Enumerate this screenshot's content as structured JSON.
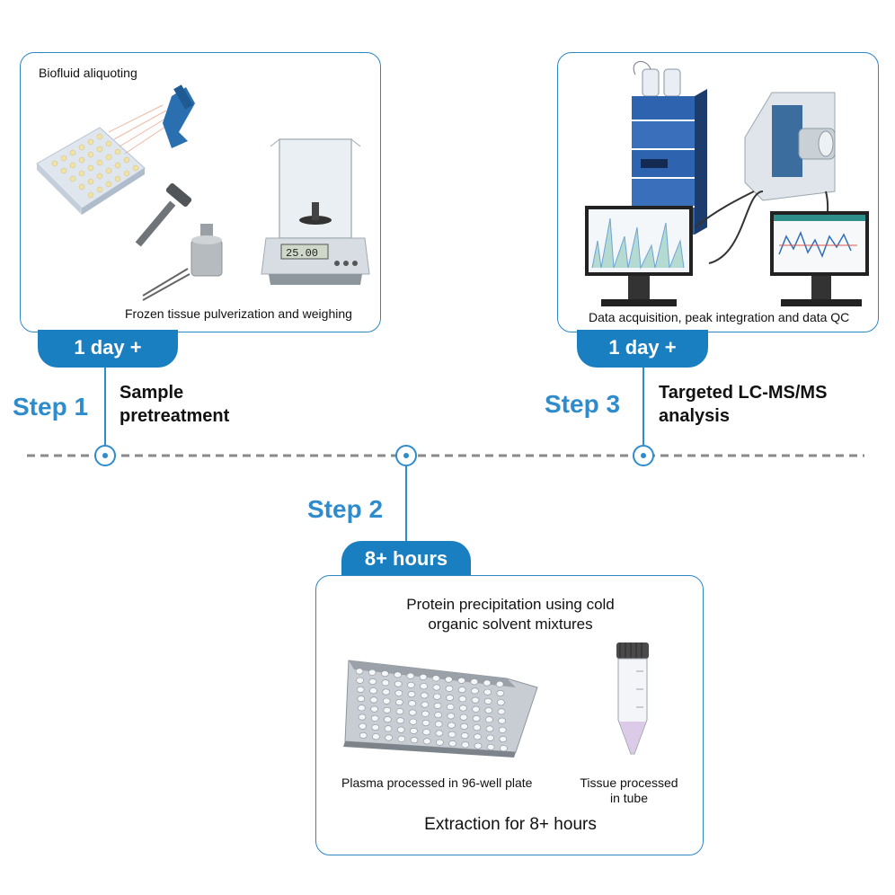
{
  "step1": {
    "label": "Step 1",
    "title_line1": "Sample",
    "title_line2": "pretreatment",
    "duration": "1 day +",
    "caption_top": "Biofluid aliquoting",
    "caption_bottom": "Frozen tissue pulverization and weighing",
    "balance_readout": "25.00"
  },
  "step2": {
    "label": "Step 2",
    "duration": "8+ hours",
    "heading_line1": "Protein precipitation using cold",
    "heading_line2": "organic solvent mixtures",
    "plate_caption": "Plasma processed in 96-well plate",
    "tube_caption_line1": "Tissue processed",
    "tube_caption_line2": "in tube",
    "footer": "Extraction for 8+ hours"
  },
  "step3": {
    "label": "Step 3",
    "title_line1": "Targeted LC-MS/MS",
    "title_line2": "analysis",
    "duration": "1 day +",
    "caption": "Data acquisition, peak integration and data QC"
  },
  "colors": {
    "accent": "#1a7fc1",
    "step_text": "#2f8ccc",
    "timeline": "#8a8a8a"
  }
}
